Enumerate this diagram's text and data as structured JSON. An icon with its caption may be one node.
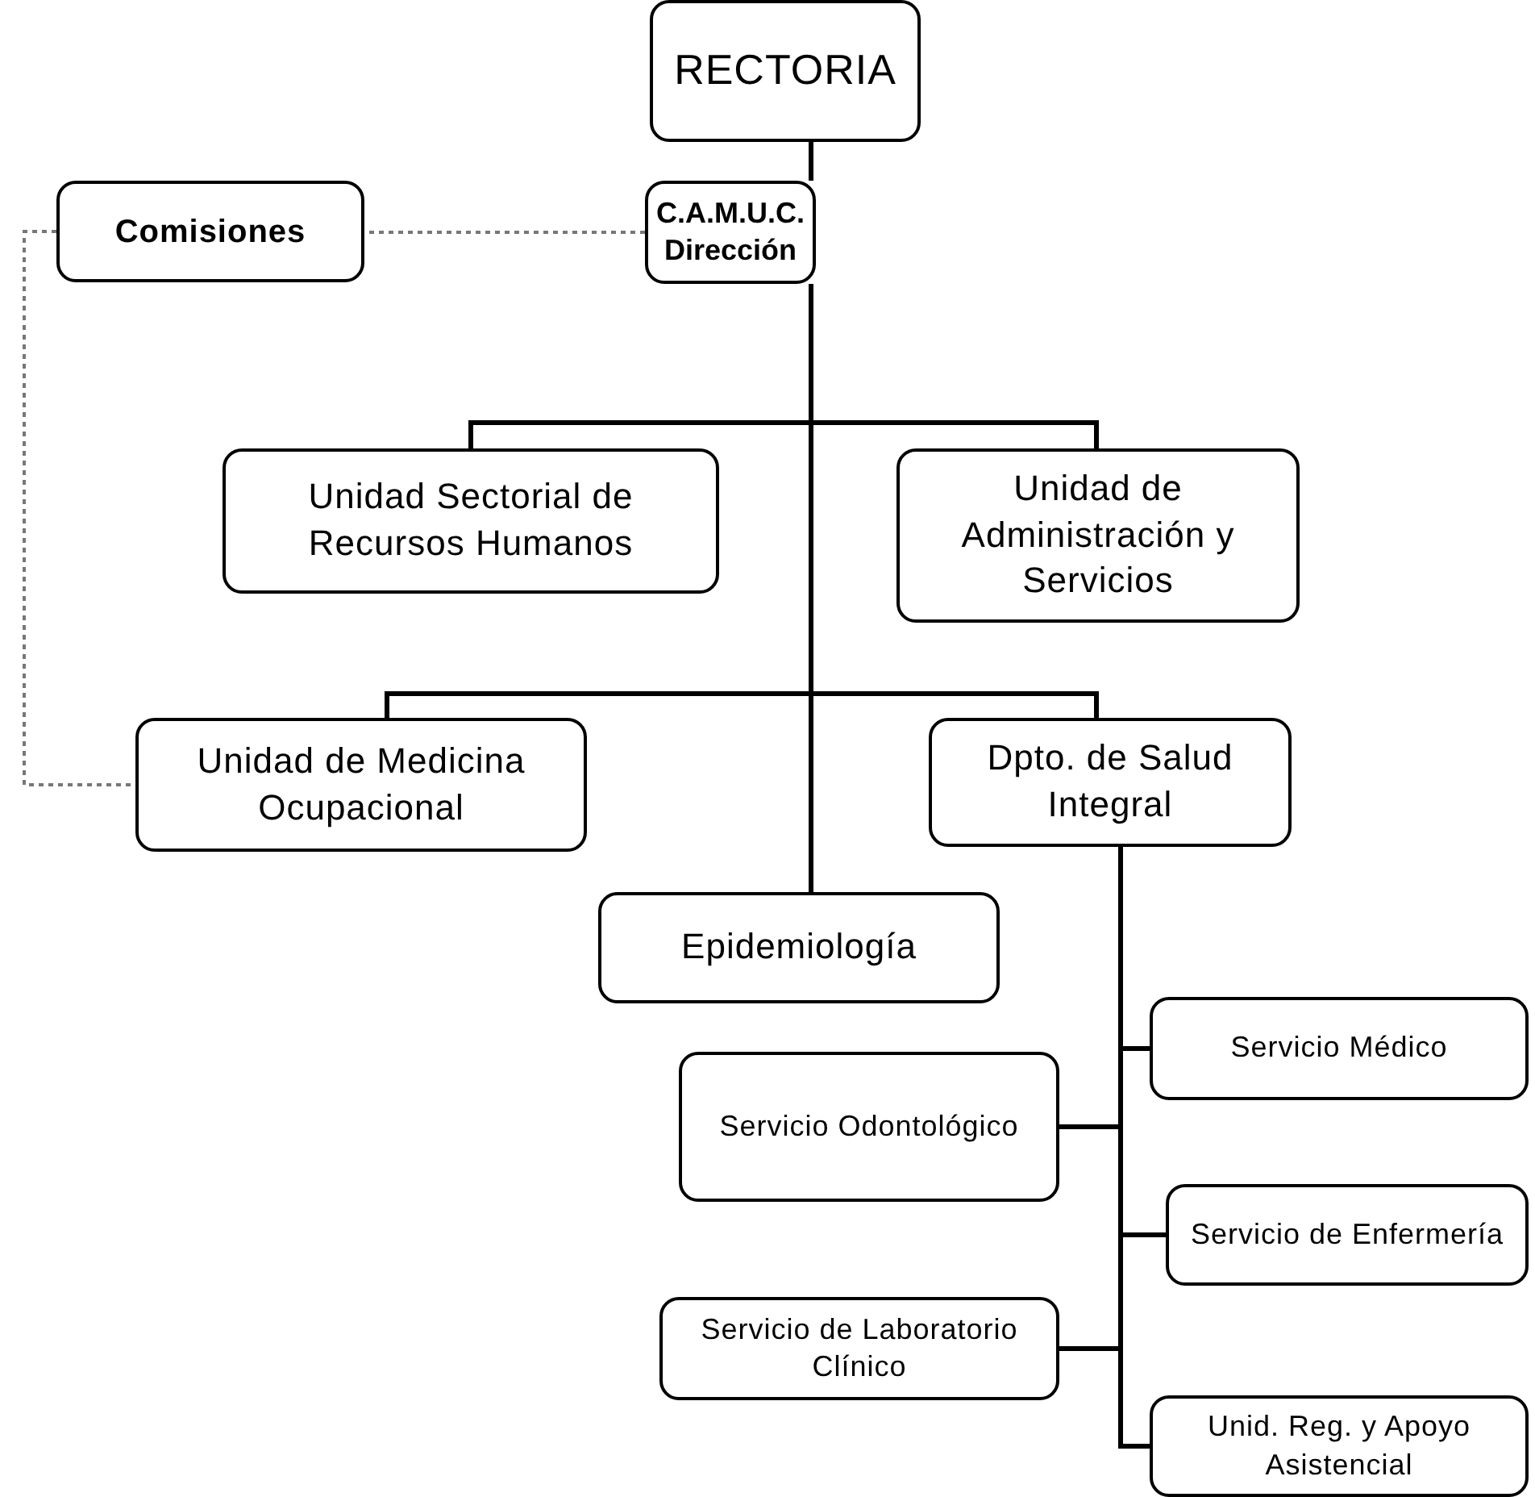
{
  "diagram": {
    "nodes": [
      {
        "text": [
          "RECTORIA"
        ]
      },
      {
        "text": [
          "C.A.M.U.C. Dirección"
        ]
      },
      {
        "text": [
          "Comisiones"
        ]
      },
      {
        "text": [
          "Unidad Sectorial de Recursos Humanos"
        ]
      },
      {
        "text": [
          "Unidad de Administración y Servicios"
        ]
      },
      {
        "text": [
          "Unidad de Medicina Ocupacional"
        ]
      },
      {
        "text": [
          "Dpto. de Salud Integral"
        ]
      },
      {
        "text": [
          "Epidemiología"
        ]
      },
      {
        "text": [
          "Servicio Médico"
        ]
      },
      {
        "text": [
          "Servicio Odontológico"
        ]
      },
      {
        "text": [
          "Servicio de Enfermería"
        ]
      },
      {
        "text": [
          "Servicio de Laboratorio Clínico"
        ]
      },
      {
        "text": [
          "Unid. Reg. y Apoyo Asistencial"
        ]
      }
    ],
    "edges": [
      {
        "from": 0,
        "to": 1,
        "arrow": "none"
      },
      {
        "from": 1,
        "to": 2,
        "arrow": "none",
        "style": "dashed",
        "color": "#777777"
      },
      {
        "from": 2,
        "to": 5,
        "arrow": "none",
        "style": "dashed",
        "color": "#777777"
      },
      {
        "from": 1,
        "to": 3,
        "arrow": "none"
      },
      {
        "from": 1,
        "to": 4,
        "arrow": "none"
      },
      {
        "from": 1,
        "to": 5,
        "arrow": "none"
      },
      {
        "from": 1,
        "to": 6,
        "arrow": "none"
      },
      {
        "from": 1,
        "to": 7,
        "arrow": "none"
      },
      {
        "from": 6,
        "to": 8,
        "arrow": "none"
      },
      {
        "from": 6,
        "to": 9,
        "arrow": "none"
      },
      {
        "from": 6,
        "to": 10,
        "arrow": "none"
      },
      {
        "from": 6,
        "to": 11,
        "arrow": "none"
      },
      {
        "from": 6,
        "to": 12,
        "arrow": "none"
      }
    ]
  }
}
